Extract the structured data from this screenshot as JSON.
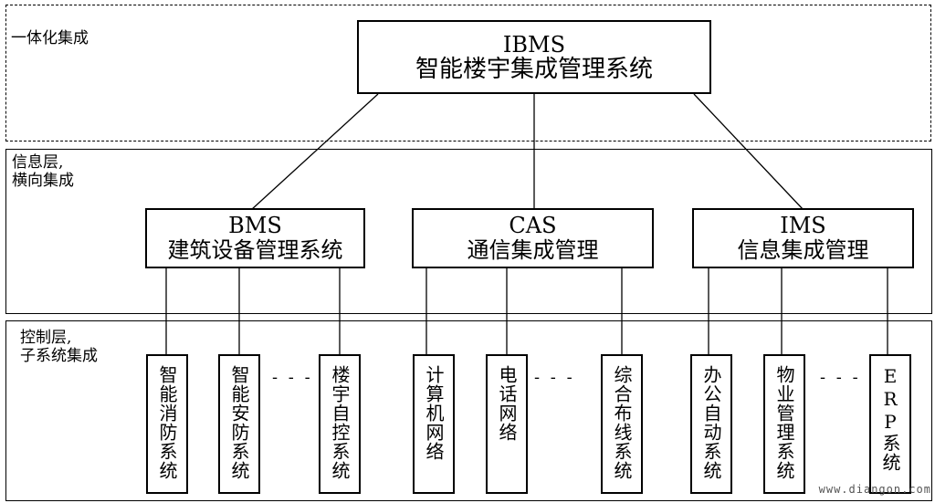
{
  "layers": {
    "integrated": "一体化集成",
    "info": "信息层,\n横向集成",
    "control": "控制层,\n子系统集成"
  },
  "top": {
    "abbr": "IBMS",
    "full": "智能楼宇集成管理系统"
  },
  "mid": [
    {
      "abbr": "BMS",
      "full": "建筑设备管理系统"
    },
    {
      "abbr": "CAS",
      "full": "通信集成管理"
    },
    {
      "abbr": "IMS",
      "full": "信息集成管理"
    }
  ],
  "subsystems": [
    "智能消防系统",
    "智能安防系统",
    "楼宇自控系统",
    "计算机网络",
    "电话网络",
    "综合布线系统",
    "办公自动系统",
    "物业管理系统",
    "ERP系统"
  ],
  "ellipsis": "- - -",
  "watermark": "www.diangon.com"
}
